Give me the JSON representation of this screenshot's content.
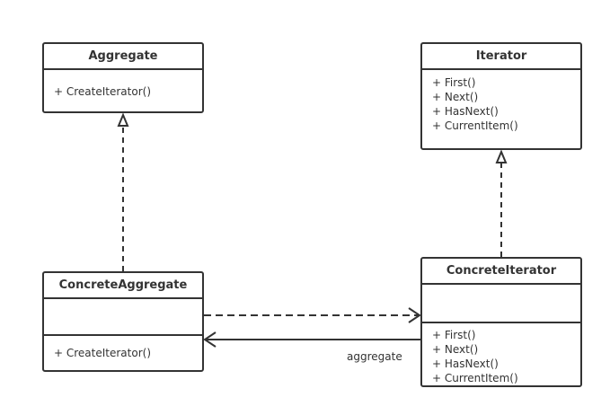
{
  "classes": {
    "aggregate": {
      "name": "Aggregate",
      "operations": [
        "+ CreateIterator()"
      ]
    },
    "iterator": {
      "name": "Iterator",
      "operations": [
        "+ First()",
        "+ Next()",
        "+ HasNext()",
        "+ CurrentItem()"
      ]
    },
    "concrete_aggregate": {
      "name": "ConcreteAggregate",
      "operations": [
        "+ CreateIterator()"
      ]
    },
    "concrete_iterator": {
      "name": "ConcreteIterator",
      "operations": [
        "+ First()",
        "+ Next()",
        "+ HasNext()",
        "+ CurrentItem()"
      ]
    }
  },
  "relations": {
    "association_label": "aggregate"
  },
  "colors": {
    "line": "#333333",
    "background": "#ffffff"
  }
}
